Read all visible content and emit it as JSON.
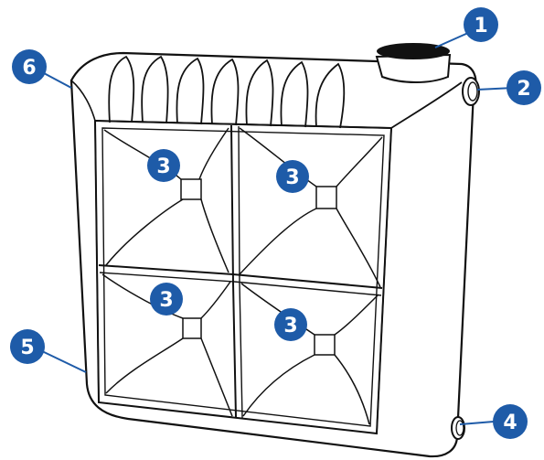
{
  "diagram": {
    "colors": {
      "badge": "#1e5ba8",
      "line": "#1e5ba8",
      "outline": "#111111",
      "body": "#ffffff",
      "cap": "#111111"
    },
    "markers": [
      {
        "id": "m1",
        "label": "1"
      },
      {
        "id": "m2",
        "label": "2"
      },
      {
        "id": "m3a",
        "label": "3"
      },
      {
        "id": "m3b",
        "label": "3"
      },
      {
        "id": "m3c",
        "label": "3"
      },
      {
        "id": "m3d",
        "label": "3"
      },
      {
        "id": "m4",
        "label": "4"
      },
      {
        "id": "m5",
        "label": "5"
      },
      {
        "id": "m6",
        "label": "6"
      }
    ]
  }
}
